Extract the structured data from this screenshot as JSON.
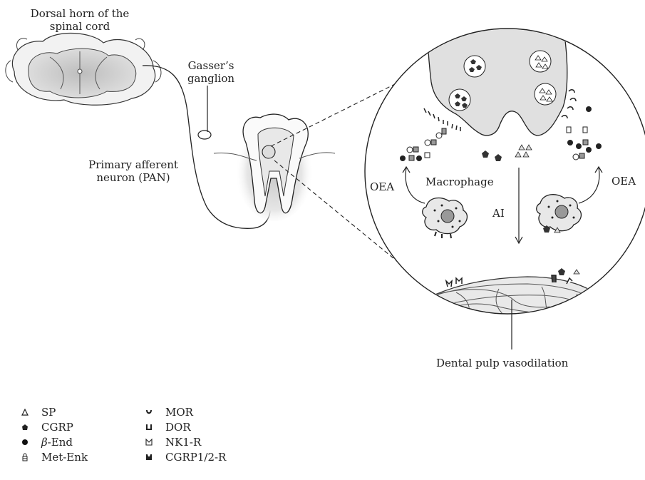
{
  "labels": {
    "spinal_cord_line1": "Dorsal horn of the",
    "spinal_cord_line2": "spinal cord",
    "ganglion_line1": "Gasser’s",
    "ganglion_line2": "ganglion",
    "pan_line1": "Primary afferent",
    "pan_line2": "neuron (PAN)",
    "oea_left": "OEA",
    "oea_right": "OEA",
    "macrophage": "Macrophage",
    "ai": "AI",
    "vasodilation": "Dental pulp vasodilation"
  },
  "legend": {
    "left": [
      {
        "icon": "triangle-icon",
        "label": "SP"
      },
      {
        "icon": "pentagon-icon",
        "label": "CGRP"
      },
      {
        "icon": "dot-icon",
        "label_prefix": "β",
        "label": "-End"
      },
      {
        "icon": "lock-icon",
        "label": "Met-Enk"
      }
    ],
    "right": [
      {
        "icon": "cup-receptor-icon",
        "label": "MOR"
      },
      {
        "icon": "square-receptor-icon",
        "label": "DOR"
      },
      {
        "icon": "m-receptor-icon",
        "label": "NK1-R"
      },
      {
        "icon": "notched-receptor-icon",
        "label": "CGRP1/2-R"
      }
    ]
  }
}
